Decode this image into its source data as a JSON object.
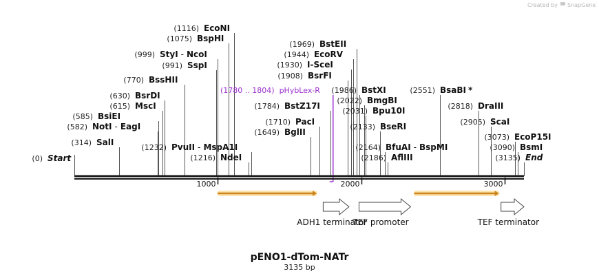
{
  "credit": {
    "created_by": "Created by",
    "brand": "SnapGene"
  },
  "plasmid": {
    "name": "pENO1-dTom-NATr",
    "length_label": "3135 bp"
  },
  "colors": {
    "backbone": "#1a1a1a",
    "primer": "#9b30d0",
    "orf_fill": "#c8851e",
    "orf_glow": "#ffd78a",
    "feature_outline": "#444444"
  },
  "sites": [
    {
      "bp": 0,
      "pos": "(0)",
      "name": "Start",
      "italic": true
    },
    {
      "bp": 314,
      "pos": "(314)",
      "name": "SalI"
    },
    {
      "bp": 582,
      "pos": "(582)",
      "name": "NotI",
      "sep": "-",
      "name2": "EagI"
    },
    {
      "bp": 585,
      "pos": "(585)",
      "name": "BsiEI"
    },
    {
      "bp": 615,
      "pos": "(615)",
      "name": "MscI"
    },
    {
      "bp": 630,
      "pos": "(630)",
      "name": "BsrDI"
    },
    {
      "bp": 770,
      "pos": "(770)",
      "name": "BssHII"
    },
    {
      "bp": 991,
      "pos": "(991)",
      "name": "SspI"
    },
    {
      "bp": 999,
      "pos": "(999)",
      "name": "StyI",
      "sep": "-",
      "name2": "NcoI"
    },
    {
      "bp": 1075,
      "pos": "(1075)",
      "name": "BspHI"
    },
    {
      "bp": 1116,
      "pos": "(1116)",
      "name": "EcoNI"
    },
    {
      "bp": 1232,
      "pos": "(1232)",
      "name": "PvuII",
      "sep": "-",
      "name2": "MspA1I"
    },
    {
      "bp": 1216,
      "pos": "(1216)",
      "name": "NdeI"
    },
    {
      "bp": 1649,
      "pos": "(1649)",
      "name": "BglII"
    },
    {
      "bp": 1710,
      "pos": "(1710)",
      "name": "PacI"
    },
    {
      "bp": 1784,
      "pos": "(1784)",
      "name": "BstZ17I"
    },
    {
      "bp": 1908,
      "pos": "(1908)",
      "name": "BsrFI"
    },
    {
      "bp": 1930,
      "pos": "(1930)",
      "name": "I-SceI"
    },
    {
      "bp": 1944,
      "pos": "(1944)",
      "name": "EcoRV"
    },
    {
      "bp": 1969,
      "pos": "(1969)",
      "name": "BstEII"
    },
    {
      "bp": 1986,
      "pos": "(1986)",
      "name": "BstXI"
    },
    {
      "bp": 2022,
      "pos": "(2022)",
      "name": "BmgBI"
    },
    {
      "bp": 2031,
      "pos": "(2031)",
      "name": "Bpu10I"
    },
    {
      "bp": 2133,
      "pos": "(2133)",
      "name": "BseRI"
    },
    {
      "bp": 2164,
      "pos": "(2164)",
      "name": "BfuAI",
      "sep": "-",
      "name2": "BspMI"
    },
    {
      "bp": 2186,
      "pos": "(2186)",
      "name": "AflIII"
    },
    {
      "bp": 2551,
      "pos": "(2551)",
      "name": "BsaBI",
      "star": "*"
    },
    {
      "bp": 2818,
      "pos": "(2818)",
      "name": "DraIII"
    },
    {
      "bp": 2905,
      "pos": "(2905)",
      "name": "ScaI"
    },
    {
      "bp": 3073,
      "pos": "(3073)",
      "name": "EcoP15I"
    },
    {
      "bp": 3090,
      "pos": "(3090)",
      "name": "BsmI"
    },
    {
      "bp": 3135,
      "pos": "(3135)",
      "name": "End",
      "italic": true
    }
  ],
  "primer": {
    "start": 1780,
    "end": 1804,
    "label": "(1780 .. 1804)",
    "name": "pHybLex-R"
  },
  "ruler": {
    "ticks": [
      1000,
      2000,
      3000
    ],
    "labels": [
      "1000",
      "2000",
      "3000"
    ]
  },
  "features": [
    {
      "type": "orf",
      "start": 1000,
      "end": 1690
    },
    {
      "type": "terminator",
      "start": 1735,
      "end": 1915,
      "name": "ADH1 terminator"
    },
    {
      "type": "promoter",
      "start": 1985,
      "end": 2345,
      "name": "TEF promoter"
    },
    {
      "type": "orf",
      "start": 2370,
      "end": 2960
    },
    {
      "type": "terminator",
      "start": 2975,
      "end": 3135,
      "name": "TEF terminator"
    }
  ]
}
